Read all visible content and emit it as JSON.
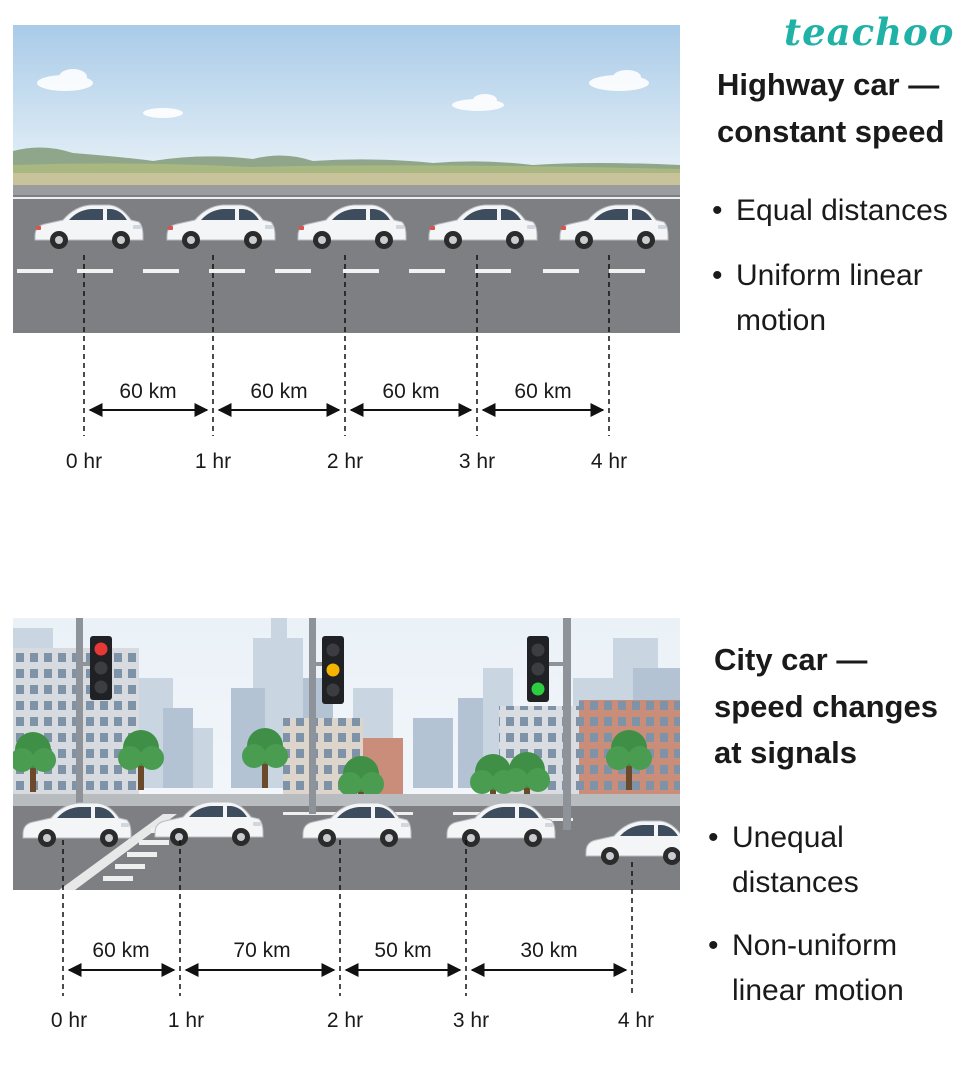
{
  "brand": "teachoo",
  "highway": {
    "heading": [
      "Highway car —",
      "constant speed"
    ],
    "bullets": [
      {
        "lines": [
          "Equal distances"
        ]
      },
      {
        "lines": [
          "Uniform linear",
          "motion"
        ]
      }
    ],
    "time_labels": [
      "0 hr",
      "1 hr",
      "2 hr",
      "3 hr",
      "4 hr"
    ],
    "distance_labels": [
      "60 km",
      "60 km",
      "60 km",
      "60 km"
    ]
  },
  "city": {
    "heading": [
      "City car —",
      "speed changes",
      "at signals"
    ],
    "bullets": [
      {
        "lines": [
          "Unequal distances"
        ]
      },
      {
        "lines": [
          "Non-uniform",
          "linear motion"
        ]
      }
    ],
    "time_labels": [
      "0 hr",
      "1 hr",
      "2 hr",
      "3 hr",
      "4 hr"
    ],
    "distance_labels": [
      "60 km",
      "70 km",
      "50 km",
      "30 km"
    ],
    "signals": [
      "red",
      "amber",
      "green"
    ]
  },
  "colors": {
    "sky_top": "#a9cbe8",
    "sky_bottom": "#e6f0f7",
    "road": "#7d7f82",
    "car_body": "#f4f5f6",
    "window": "#3e4d5e",
    "tree": "#3f8f46",
    "brand": "#20b2a6",
    "red_light": "#e53935",
    "amber_light": "#f4b400",
    "green_light": "#2ecc40"
  }
}
